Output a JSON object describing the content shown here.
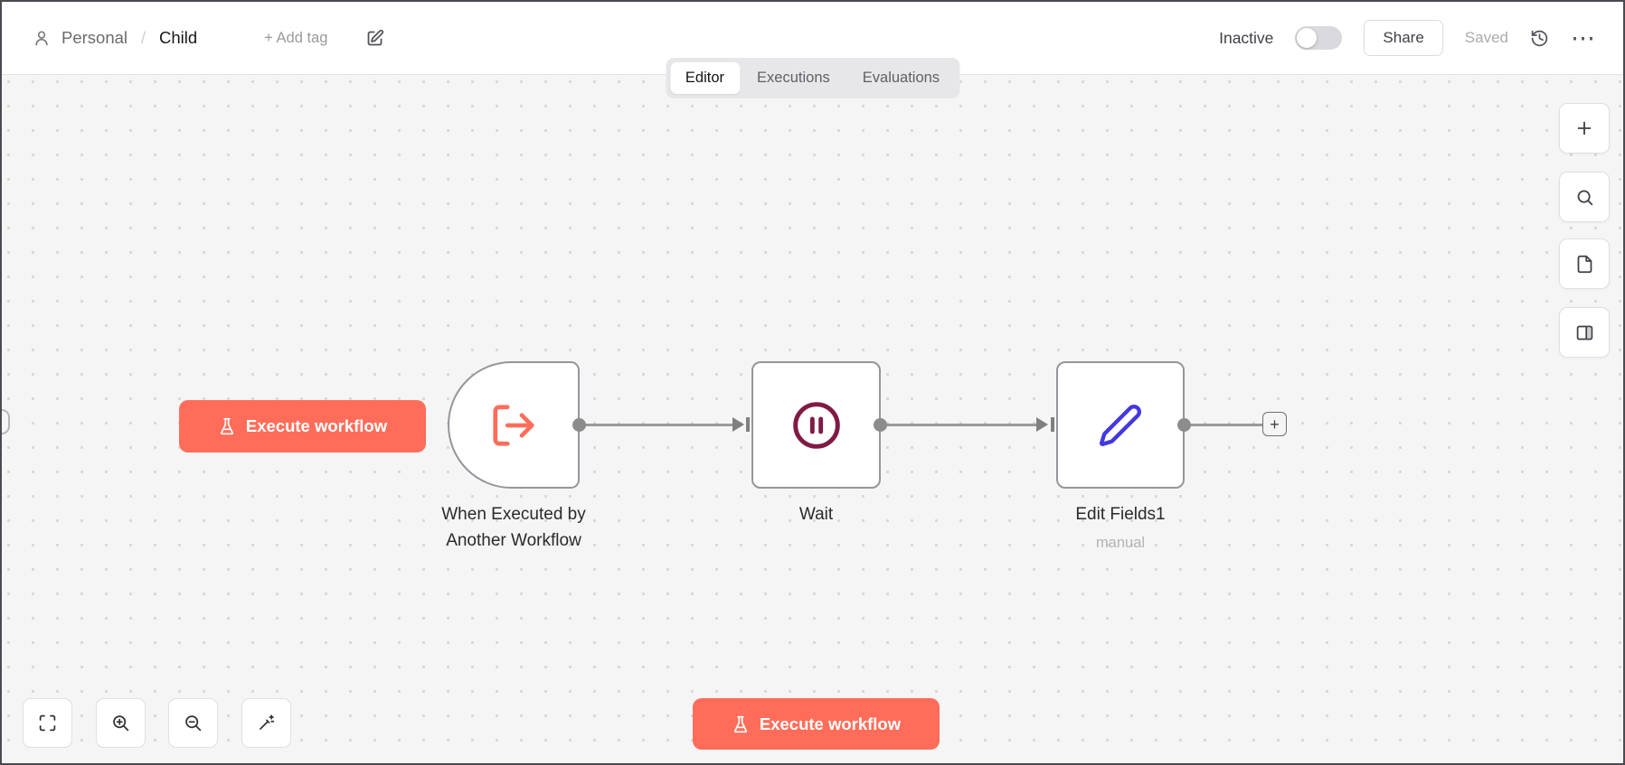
{
  "header": {
    "project": "Personal",
    "separator": "/",
    "workflow_name": "Child",
    "add_tag": "+ Add tag",
    "status": "Inactive",
    "share": "Share",
    "saved": "Saved",
    "more": "⋯"
  },
  "tabs": [
    {
      "label": "Editor",
      "active": true
    },
    {
      "label": "Executions",
      "active": false
    },
    {
      "label": "Evaluations",
      "active": false
    }
  ],
  "canvas": {
    "execute_button": "Execute workflow",
    "add_node_plus": "+",
    "nodes": [
      {
        "label": "When Executed by Another Workflow",
        "type": "execute-workflow-trigger"
      },
      {
        "label": "Wait",
        "type": "wait"
      },
      {
        "label": "Edit Fields1",
        "subtitle": "manual",
        "type": "set"
      }
    ]
  },
  "colors": {
    "accent": "#ff6d5a",
    "wait_icon": "#801b45",
    "edit_icon": "#4338e0"
  }
}
